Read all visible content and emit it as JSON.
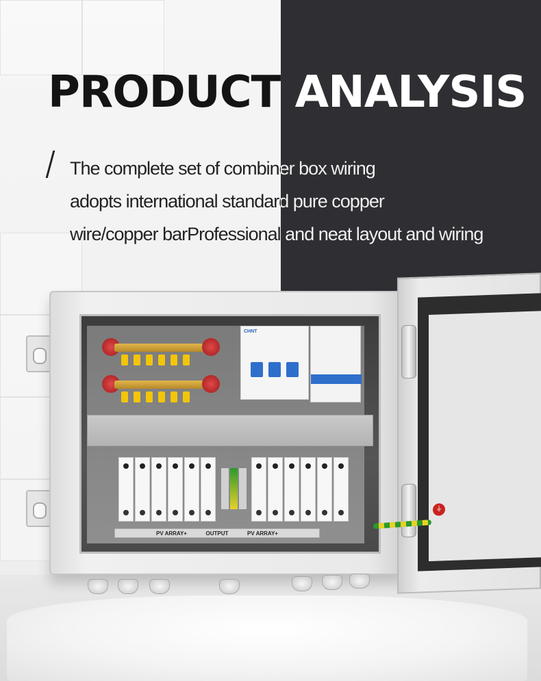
{
  "headline": {
    "title": "PRODUCT ANALYSIS",
    "description_lines": [
      "The complete set of combiner box wiring",
      "adopts international standard pure copper",
      "wire/copper barProfessional and neat layout and wiring"
    ]
  },
  "cabinet": {
    "breaker_brand": "CHNT",
    "label_strip": [
      "PV ARRAY+",
      "OUTPUT",
      "PV ARRAY+"
    ]
  },
  "colors": {
    "dark_panel": "#2f2f33",
    "light_panel": "#f2f2f2",
    "breaker_blue": "#2f6fcc",
    "busbar_red": "#c62a2a",
    "lug_yellow": "#f2c50b"
  }
}
